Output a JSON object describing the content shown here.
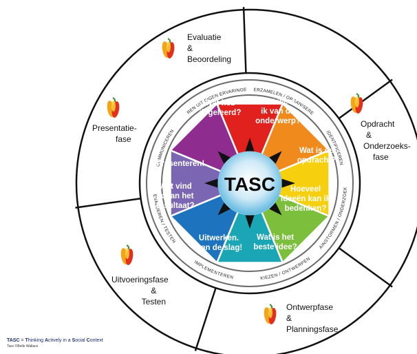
{
  "center": "TASC",
  "segments": [
    {
      "label": "Wat heb ik geleerd?",
      "color": "#e0211d"
    },
    {
      "label": "Wat weet ik van dit onderwerp?",
      "color": "#f08a1c"
    },
    {
      "label": "Wat is de opdracht?",
      "color": "#f6cf0e"
    },
    {
      "label": "Hoeveel ideeën kan ik bedenken?",
      "color": "#7cbf3d"
    },
    {
      "label": "Wat is het beste idee?",
      "color": "#1aa6b5"
    },
    {
      "label": "Uitwerken. Aan de slag!",
      "color": "#1e73be"
    },
    {
      "label": "Wat vind ik van het resultaat?",
      "color": "#7a66b3"
    },
    {
      "label": "Presenteren!",
      "color": "#8e2d8f"
    }
  ],
  "ring_labels": [
    "LEREN UIT EIGEN ERVARINGEN",
    "VERZAMELEN / ORGANISEREN",
    "IDENTIFICEREN",
    "BRAINSTORMEN / ONDERZOEKEN",
    "KIEZEN / ONTWERPEN",
    "IMPLEMENTEREN",
    "EVALUEREN / TESTEN",
    "COMMUNICEREN"
  ],
  "phases": [
    {
      "name": "evaluatie",
      "lines": [
        "Evaluatie",
        "&",
        "Beoordeling"
      ]
    },
    {
      "name": "opdracht",
      "lines": [
        "Opdracht",
        "&",
        "Onderzoeks-",
        "fase"
      ]
    },
    {
      "name": "ontwerp",
      "lines": [
        "Ontwerpfase",
        "&",
        "Planningsfase"
      ]
    },
    {
      "name": "uitvoering",
      "lines": [
        "Uitvoeringsfase",
        "&",
        "Testen"
      ]
    },
    {
      "name": "presentatie",
      "lines": [
        "Presentatie-",
        "fase"
      ]
    }
  ],
  "footer": {
    "line1_parts": [
      "TASC",
      " = ",
      "T",
      "hinking ",
      "A",
      "ctively in a ",
      "S",
      "ocial ",
      "C",
      "ontext"
    ],
    "credit": "Tasc ©Belle Wallace"
  }
}
